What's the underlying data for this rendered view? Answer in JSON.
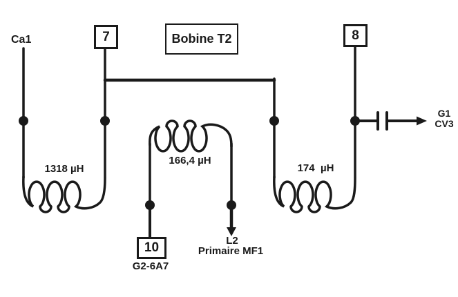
{
  "diagram": {
    "title": "Bobine T2",
    "colors": {
      "ink": "#1a1a1a",
      "background": "#ffffff"
    },
    "terminals": {
      "t7": "7",
      "t8": "8",
      "t10": "10"
    },
    "coils": {
      "left_value": "1318 µH",
      "middle_value": "166,4 µH",
      "right_value": "174  µH"
    },
    "connections": {
      "ca1": "Ca1",
      "g1": "G1",
      "cv3": "CV3",
      "l2": "L2",
      "primaire_mf1": "Primaire MF1",
      "g2_6a7": "G2-6A7"
    }
  }
}
